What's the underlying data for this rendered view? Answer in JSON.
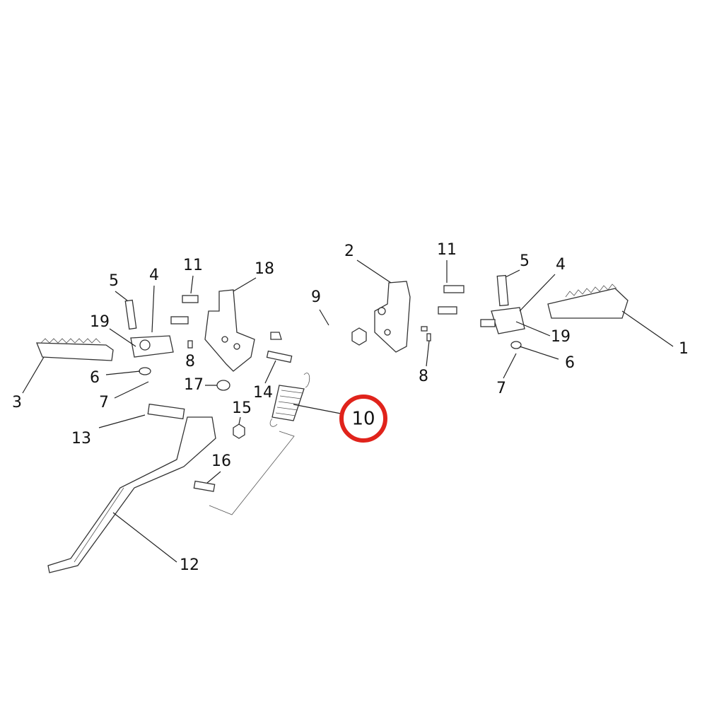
{
  "diagram": {
    "highlight_color": "#e0231b",
    "highlighted_part": "10",
    "labels": {
      "p1": "1",
      "p2": "2",
      "p3": "3",
      "p4_left": "4",
      "p4_right": "4",
      "p5_left": "5",
      "p5_right": "5",
      "p6_left": "6",
      "p6_right": "6",
      "p7_left": "7",
      "p7_right": "7",
      "p8_left": "8",
      "p8_right": "8",
      "p9": "9",
      "p10": "10",
      "p11_left": "11",
      "p11_right": "11",
      "p12": "12",
      "p13": "13",
      "p14": "14",
      "p15": "15",
      "p16": "16",
      "p17": "17",
      "p18": "18",
      "p19_left": "19",
      "p19_right": "19"
    }
  }
}
